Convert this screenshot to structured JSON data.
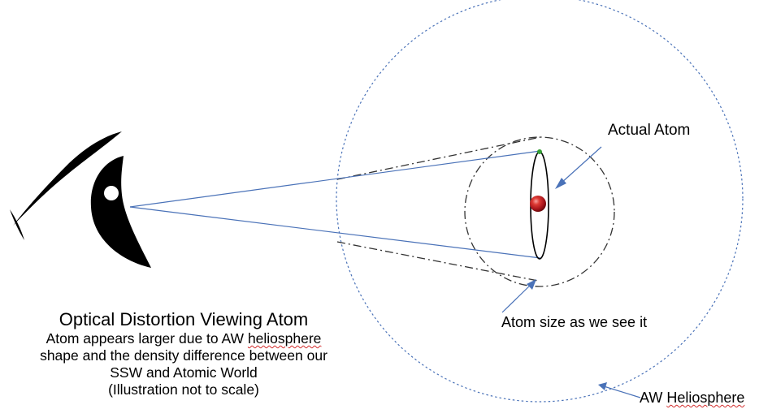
{
  "colors": {
    "background": "#ffffff",
    "eye": "#000000",
    "sight_lines": "#4a72b8",
    "heliosphere_outline": "#4a72b8",
    "apparent_size_outline": "#333333",
    "pointer_arrows": "#4a72b8",
    "nucleus": "#c0181c",
    "orbit_particle": "#35a035",
    "spellcheck_underline": "#d22b2b"
  },
  "icons": {
    "eye": "eye-icon",
    "nucleus": "red-sphere",
    "particle": "green-dot"
  },
  "labels": {
    "actual_atom": "Actual Atom",
    "apparent_size": "Atom size as we see it",
    "aw_prefix": "AW ",
    "heliosphere_word": "Heliosphere"
  },
  "caption": {
    "title": "Optical Distortion Viewing Atom",
    "line1_prefix": "Atom appears larger due to AW ",
    "line1_word": "heliosphere",
    "line2": "shape and the density difference between our",
    "line3": "SSW and Atomic World",
    "line4": "(Illustration not to scale)"
  }
}
